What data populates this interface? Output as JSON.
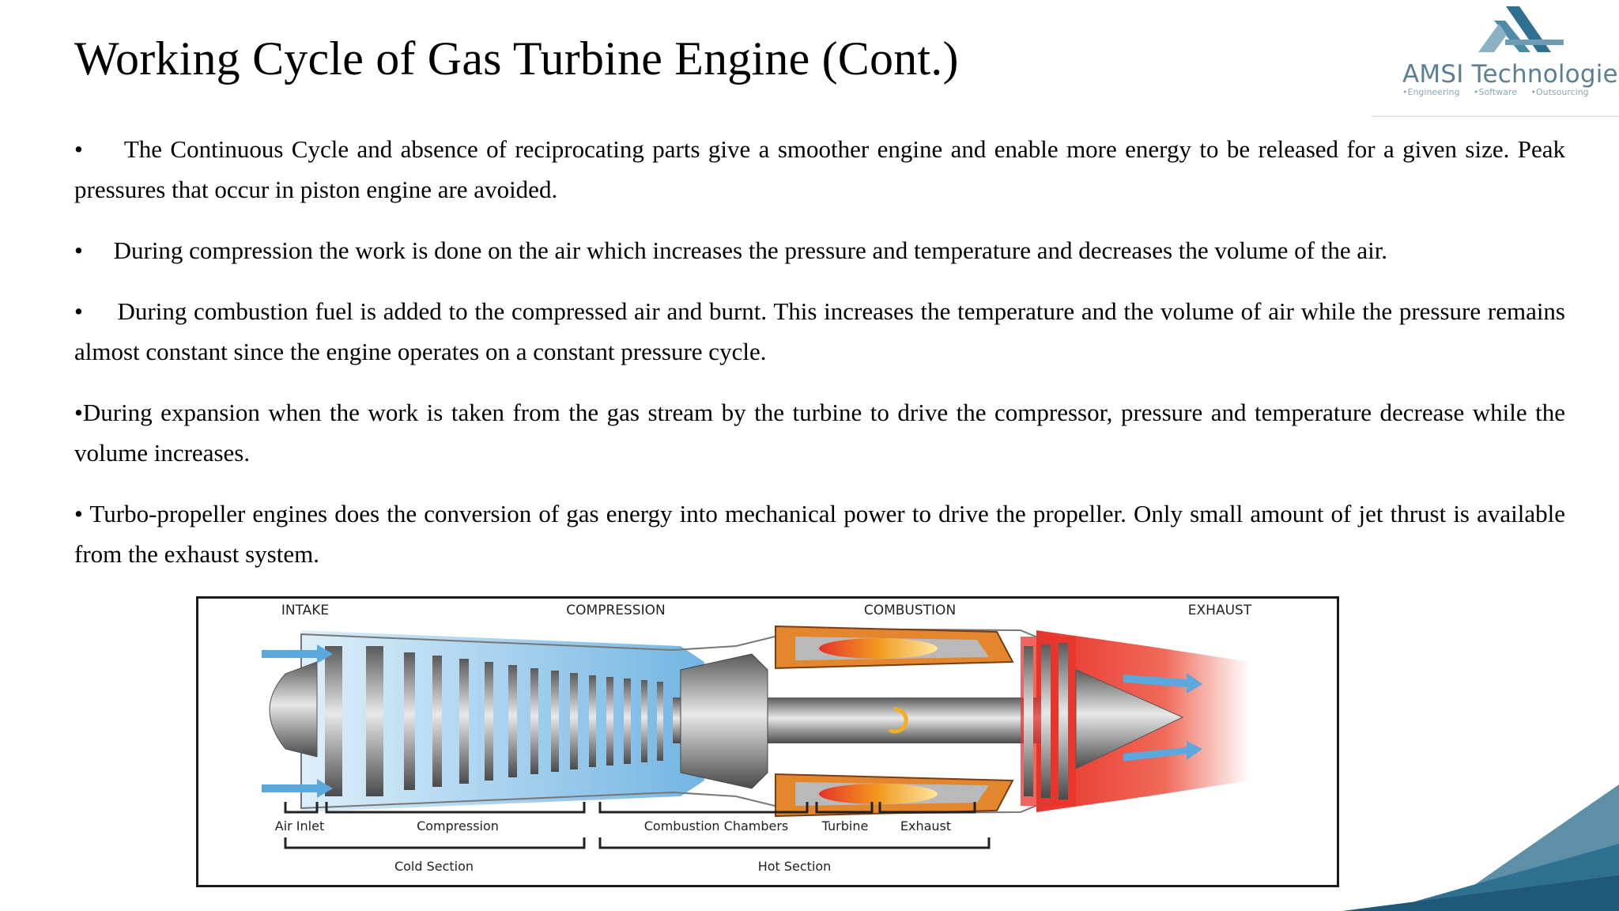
{
  "slide": {
    "title": "Working Cycle of Gas Turbine Engine (Cont.)",
    "logo": {
      "name": "AMSI Technologies",
      "tagline": "•Engineering •Software •Outsourcing",
      "color": "#5a7f95"
    },
    "bullets": [
      "•     The Continuous Cycle and absence of reciprocating parts give a smoother engine and enable more energy to be released for a given size. Peak pressures that occur in piston engine are avoided.",
      "•     During compression the work is done on the air which increases the pressure and temperature and decreases the volume of the air.",
      "•     During combustion fuel is added to the compressed air and burnt. This increases the temperature and the volume of air while the pressure remains almost constant since the engine operates on a constant pressure cycle.",
      "•During expansion when the work is taken from the gas stream by the turbine to drive the compressor, pressure and temperature decrease while the volume increases.",
      "• Turbo-propeller engines does the conversion of gas energy into mechanical power to drive the propeller. Only small amount of jet thrust is available from the exhaust system."
    ],
    "diagram": {
      "stages": [
        "INTAKE",
        "COMPRESSION",
        "COMBUSTION",
        "EXHAUST"
      ],
      "components": [
        "Air Inlet",
        "Compression",
        "Combustion Chambers",
        "Turbine",
        "Exhaust"
      ],
      "sections": [
        "Cold Section",
        "Hot Section"
      ]
    },
    "colors": {
      "accent": "#2f6f8f",
      "cold_air": "#4aa3df",
      "hot_gas": "#e8332a",
      "flame": "#f29a1f"
    }
  }
}
